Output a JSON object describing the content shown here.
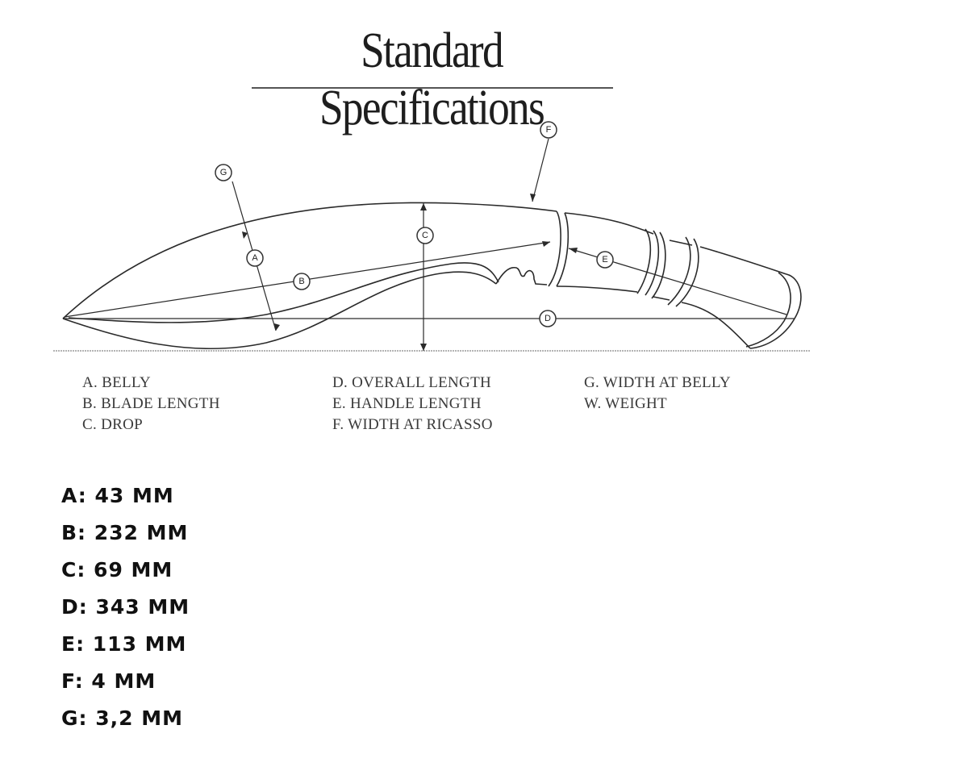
{
  "title": "Standard Specifications",
  "diagram": {
    "callouts": [
      "A",
      "B",
      "C",
      "D",
      "E",
      "F",
      "G"
    ]
  },
  "legend": {
    "col1": [
      "A. BELLY",
      "B. BLADE LENGTH",
      "C. DROP"
    ],
    "col2": [
      "D. OVERALL LENGTH",
      "E. HANDLE LENGTH",
      "F. WIDTH AT RICASSO"
    ],
    "col3": [
      "G. WIDTH AT BELLY",
      "W. WEIGHT"
    ]
  },
  "measurements": [
    "A: 43 MM",
    "B: 232 MM",
    "C: 69 MM",
    "D: 343 MM",
    "E: 113 MM",
    "F: 4 MM",
    "G: 3,2 MM"
  ]
}
